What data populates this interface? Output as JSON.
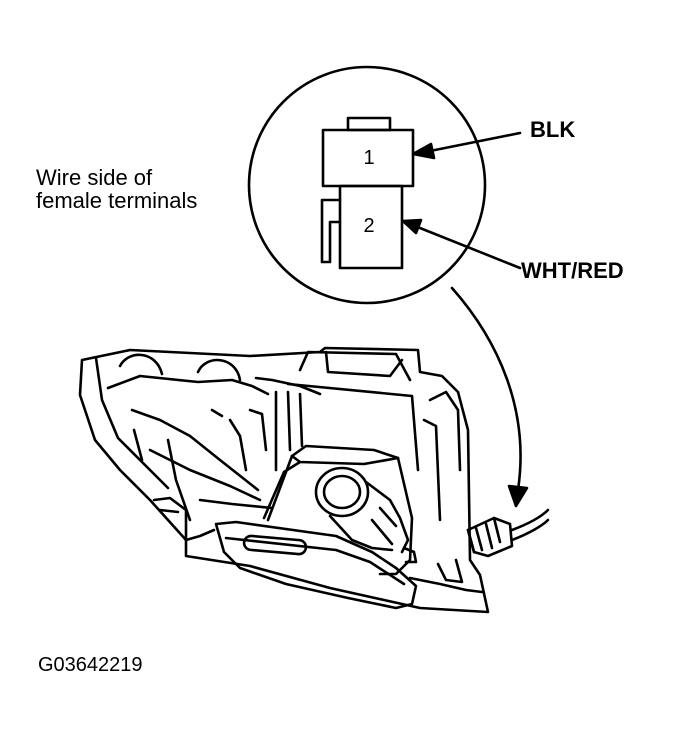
{
  "labels": {
    "note_line1": "Wire side of",
    "note_line2": "female terminals",
    "pin1": "1",
    "pin2": "2",
    "wire1": "BLK",
    "wire2": "WHT/RED",
    "figure_code": "G03642219"
  }
}
